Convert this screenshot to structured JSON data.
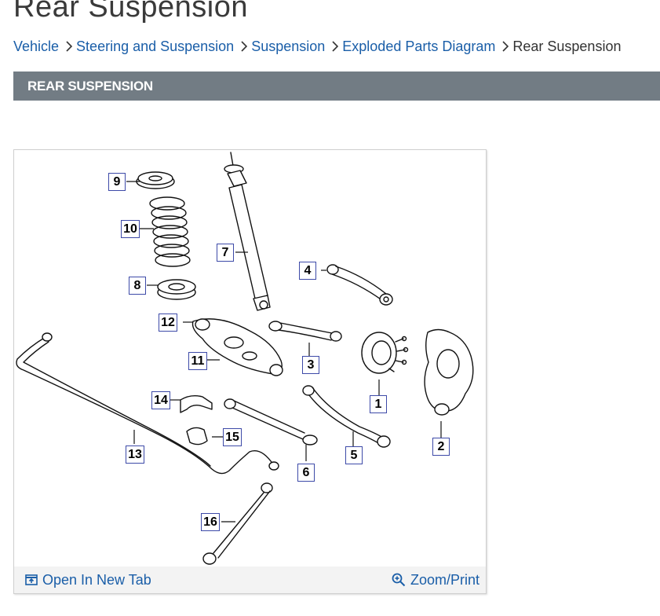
{
  "page": {
    "title": "Rear Suspension"
  },
  "breadcrumb": [
    {
      "label": "Vehicle"
    },
    {
      "label": "Steering and Suspension"
    },
    {
      "label": "Suspension"
    },
    {
      "label": "Exploded Parts Diagram"
    }
  ],
  "breadcrumb_current": "Rear Suspension",
  "section": {
    "title": "REAR SUSPENSION"
  },
  "diagram": {
    "callouts": [
      "1",
      "2",
      "3",
      "4",
      "5",
      "6",
      "7",
      "8",
      "9",
      "10",
      "11",
      "12",
      "13",
      "14",
      "15",
      "16"
    ]
  },
  "footer": {
    "open_new_tab": "Open In New Tab",
    "zoom_print": "Zoom/Print"
  },
  "colors": {
    "link": "#1a5ea8",
    "section_bar": "#727c84",
    "callout_border": "#3d4aa8"
  }
}
